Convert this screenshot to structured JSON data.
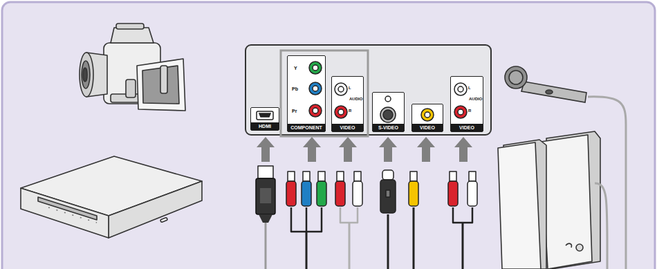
{
  "diagram": {
    "nodes": [
      {
        "text": [
          "HDMI"
        ]
      },
      {
        "text": [
          "Y",
          "Pb",
          "Pr",
          "COMPONENT"
        ]
      },
      {
        "text": [
          "L",
          "R",
          "AUDIO",
          "VIDEO"
        ]
      },
      {
        "text": [
          "S-VIDEO"
        ]
      },
      {
        "text": [
          "VIDEO"
        ]
      },
      {
        "text": [
          "L",
          "R",
          "AUDIO",
          "VIDEO"
        ]
      }
    ]
  }
}
